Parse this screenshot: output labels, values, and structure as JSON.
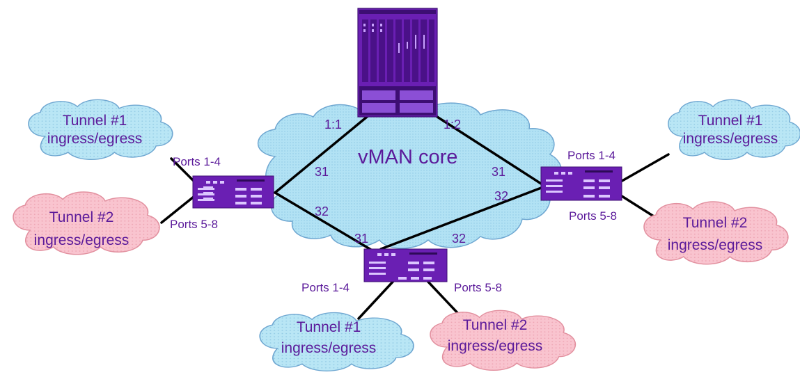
{
  "colors": {
    "text": "#5b1a9a",
    "device_fill": "#6a1fb3",
    "device_dark": "#3d0e73",
    "link": "#000000",
    "cloud_blue_fill": "#b9e6f5",
    "cloud_blue_stroke": "#6fa7d1",
    "cloud_pink_fill": "#f9c4cf",
    "cloud_pink_stroke": "#e2909f",
    "core_fill": "#b2e2f4"
  },
  "core": {
    "label": "vMAN core"
  },
  "links": {
    "core_left": "1:1",
    "core_right": "1:2"
  },
  "switches": {
    "left": {
      "ports_upper": "Ports 1-4",
      "ports_lower": "Ports 5-8",
      "port_a": "31",
      "port_b": "32"
    },
    "right": {
      "ports_upper": "Ports 1-4",
      "ports_lower": "Ports 5-8",
      "port_a": "31",
      "port_b": "32"
    },
    "bottom": {
      "ports_left": "Ports 1-4",
      "ports_right": "Ports 5-8",
      "port_a": "31",
      "port_b": "32"
    }
  },
  "tunnels": {
    "left_1": {
      "name": "Tunnel #1",
      "role": "ingress/egress",
      "icon": "cloud-icon"
    },
    "left_2": {
      "name": "Tunnel #2",
      "role": "ingress/egress",
      "icon": "cloud-icon"
    },
    "right_1": {
      "name": "Tunnel #1",
      "role": "ingress/egress",
      "icon": "cloud-icon"
    },
    "right_2": {
      "name": "Tunnel #2",
      "role": "ingress/egress",
      "icon": "cloud-icon"
    },
    "bottom_1": {
      "name": "Tunnel #1",
      "role": "ingress/egress",
      "icon": "cloud-icon"
    },
    "bottom_2": {
      "name": "Tunnel #2",
      "role": "ingress/egress",
      "icon": "cloud-icon"
    }
  }
}
